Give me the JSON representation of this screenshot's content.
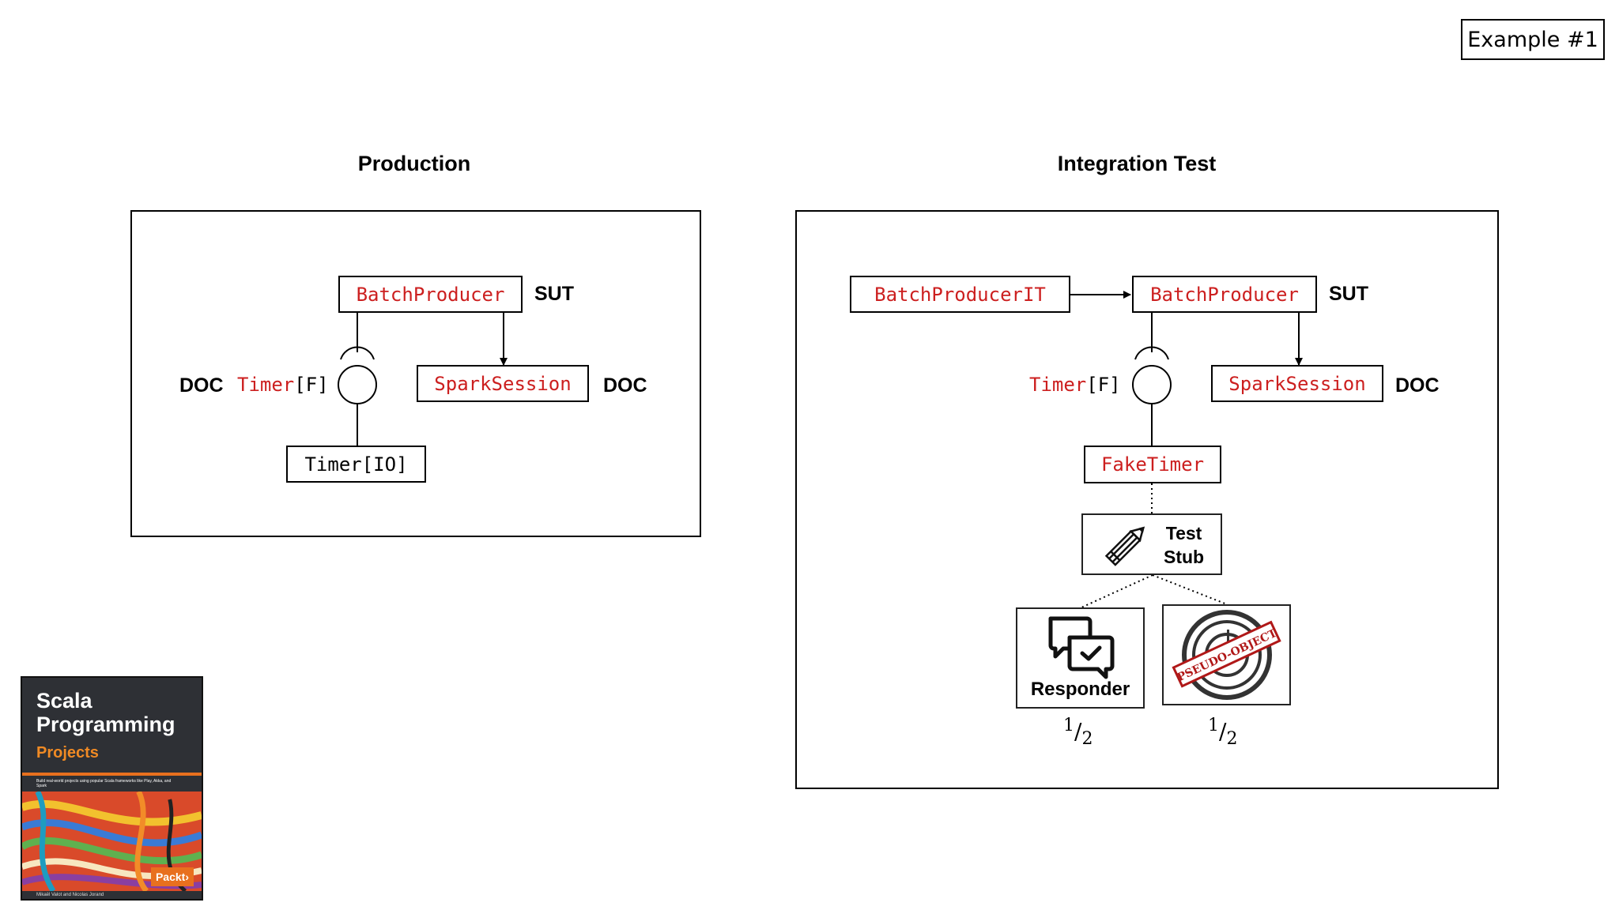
{
  "example_label": "Example #1",
  "production": {
    "title": "Production",
    "batch_producer": "BatchProducer",
    "sut_label": "SUT",
    "doc_left": "DOC",
    "timer_name": "Timer",
    "timer_param": "[F]",
    "spark_session": "SparkSession",
    "doc_right": "DOC",
    "timer_io": "Timer[IO]"
  },
  "integration": {
    "title": "Integration Test",
    "batch_producer_it": "BatchProducerIT",
    "batch_producer": "BatchProducer",
    "sut_label": "SUT",
    "timer_name": "Timer",
    "timer_param": "[F]",
    "spark_session": "SparkSession",
    "doc_right": "DOC",
    "fake_timer": "FakeTimer",
    "stub_label_1": "Test",
    "stub_label_2": "Stub",
    "responder": "Responder",
    "stamp_text": "PSEUDO-OBJECT",
    "fraction_num": "1",
    "fraction_den": "2"
  },
  "book": {
    "title_line1": "Scala",
    "title_line2": "Programming",
    "subtitle": "Projects",
    "blurb": "Build real-world projects using popular Scala frameworks like Play, Akka, and Spark",
    "publisher": "Packt›",
    "authors": "Mikaël Valot and Nicolas Jorand"
  },
  "colors": {
    "code_red": "#cc1f1f",
    "book_orange": "#e8701e",
    "book_dark": "#2e3035"
  }
}
